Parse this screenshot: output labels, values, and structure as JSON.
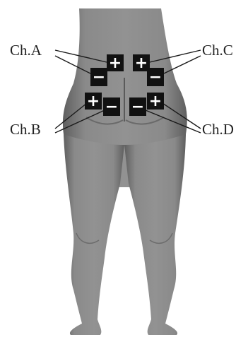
{
  "figure": {
    "colors": {
      "background": "#ffffff",
      "body": "#7c7c7c",
      "body_shadow": "#5f5f5f",
      "body_highlight": "#a5a5a5",
      "electrode": "#111111",
      "electrode_mark": "#ffffff",
      "lead_line": "#1a1a1a",
      "label_text": "#222222"
    },
    "channels": [
      {
        "id": "A",
        "label": "Ch.A",
        "positive": "+",
        "negative": "−"
      },
      {
        "id": "B",
        "label": "Ch.B",
        "positive": "+",
        "negative": "−"
      },
      {
        "id": "C",
        "label": "Ch.C",
        "positive": "+",
        "negative": "−"
      },
      {
        "id": "D",
        "label": "Ch.D",
        "positive": "+",
        "negative": "−"
      }
    ]
  }
}
